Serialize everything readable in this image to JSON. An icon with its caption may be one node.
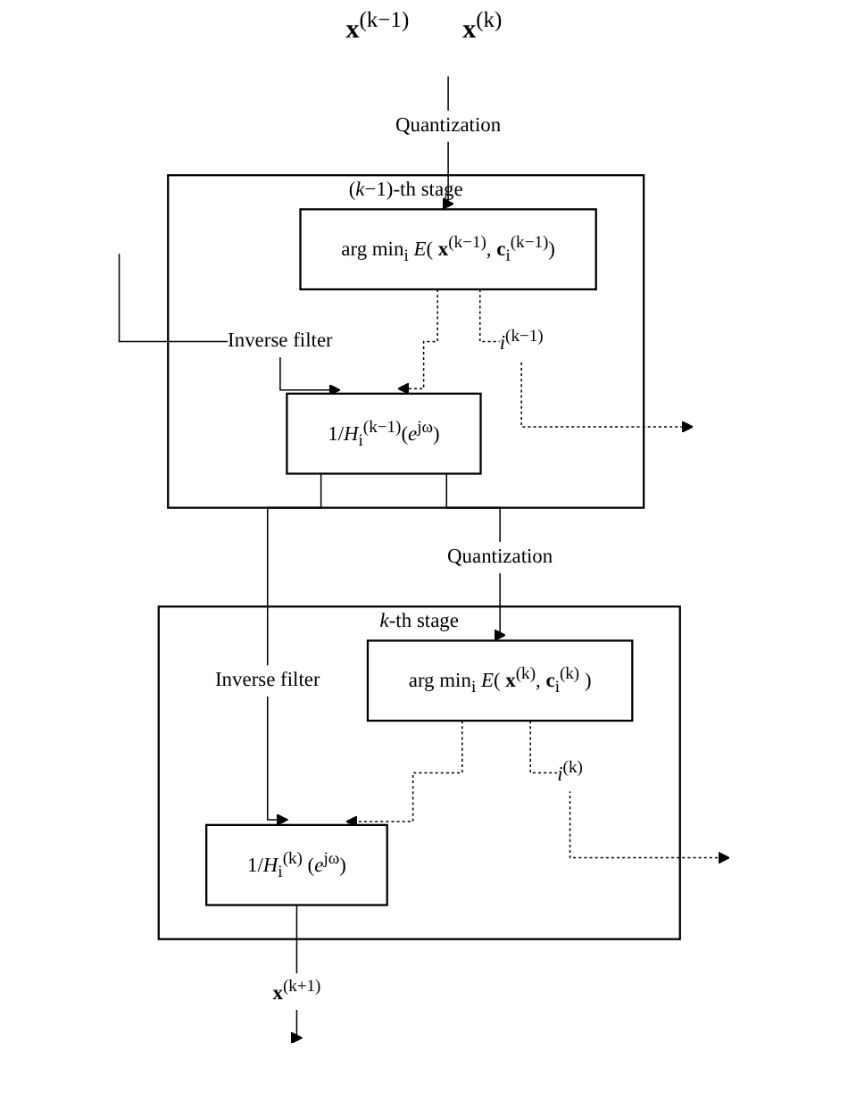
{
  "diagram": {
    "nodes": [
      {
        "text": [
          "(*k*−1)-th stage"
        ]
      },
      {
        "text": [
          "arg min$_{i}$ *E*( **x**$^{(k−1)}$, **c**$_{i}$$^{(k−1)}$)"
        ],
        "in": 0
      },
      {
        "text": [
          "1/*H*$_{i}$$^{(k−1)}$(*e*$^{jω}$)"
        ],
        "in": 0
      },
      {
        "text": [
          "*k*-th stage"
        ]
      },
      {
        "text": [
          "arg min$_{i}$ *E*( **x**$^{(k)}$, **c**$_{i}$$^{(k)}$ )"
        ],
        "in": 3
      },
      {
        "text": [
          "1/*H*$_{i}$$^{(k)}$ (*e*$^{jω}$)"
        ],
        "in": 3
      }
    ],
    "edges": [
      {
        "from": null,
        "to": 1,
        "arrow": "to",
        "label": "Quantization"
      },
      {
        "from": null,
        "to": 2,
        "arrow": "to",
        "label": "Inverse filter"
      },
      {
        "from": 1,
        "to": 2,
        "arrow": "to",
        "style": "dashed"
      },
      {
        "from": 1,
        "to": null,
        "arrow": "to",
        "style": "dashed",
        "label": "*i*$^{(k−1)}$"
      },
      {
        "from": 2,
        "to": 4,
        "arrow": "to",
        "label": "Quantization"
      },
      {
        "from": 2,
        "to": 5,
        "arrow": "to",
        "label": "Inverse filter"
      },
      {
        "from": 4,
        "to": 5,
        "arrow": "to",
        "style": "dashed"
      },
      {
        "from": 4,
        "to": null,
        "arrow": "to",
        "style": "dashed",
        "label": "*i*$^{(k)}$"
      },
      {
        "from": 5,
        "to": null,
        "arrow": "to",
        "label": "**x**$^{(k+1)}$"
      }
    ],
    "labels": [
      "**x**$^{(k−1)}$",
      "**x**$^{(k)}$"
    ]
  }
}
